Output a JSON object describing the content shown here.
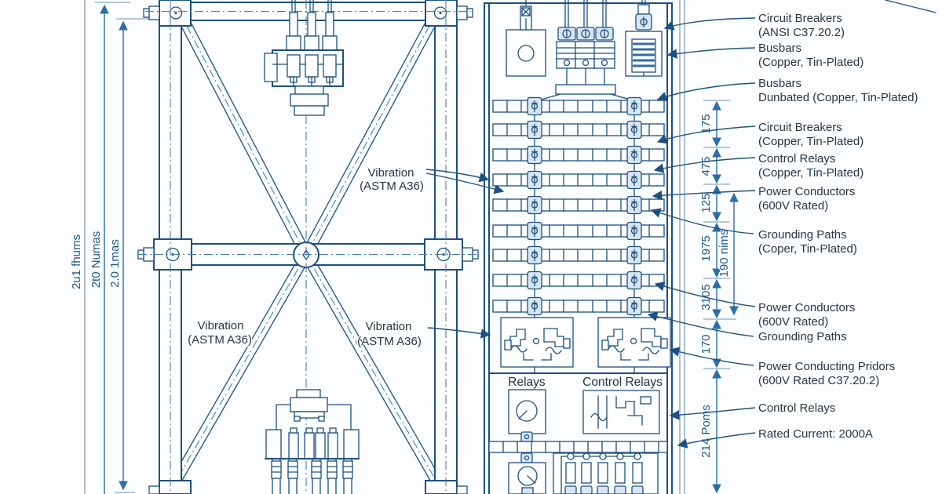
{
  "drawing": {
    "vibration_note": {
      "line1": "Vibration",
      "line2": "(ASTM A36)"
    },
    "panel": {
      "relays_label": "Relays",
      "control_relays_label": "Control Relays"
    }
  },
  "callouts": {
    "right": [
      {
        "line1": "Circuit Breakers",
        "line2": "(ANSI C37.20.2)"
      },
      {
        "line1": "Busbars",
        "line2": "(Copper, Tin-Plated)"
      },
      {
        "line1": "Busbars",
        "line2": "Dunbated (Copper, Tin-Plated)"
      },
      {
        "line1": "Circuit Breakers",
        "line2": "(Copper, Tin-Plated)"
      },
      {
        "line1": "Control Relays",
        "line2": "(Copper, Tin-Plated)"
      },
      {
        "line1": "Power Conductors",
        "line2": "(600V Rated)"
      },
      {
        "line1": "Grounding Paths",
        "line2": "(Coper, Tin-Plated)"
      },
      {
        "line1": "Power Conductors",
        "line2": "(600V Rated)"
      },
      {
        "line1": "Grounding Paths",
        "line2": ""
      },
      {
        "line1": "Power Conducting Pridors",
        "line2": "(600V Rated C37.20.2)"
      },
      {
        "line1": "Control Relays",
        "line2": ""
      },
      {
        "line1": "Rated Current: 2000A",
        "line2": ""
      }
    ]
  },
  "dimensions": {
    "left": [
      "2u1 fhums",
      "2t0 Numas",
      "2.0 1mas"
    ],
    "right": [
      "175",
      "475",
      "125",
      "1975",
      "3105",
      "170",
      "214 Poms"
    ],
    "right_overall": "190 nims"
  },
  "colors": {
    "line_dark": "#1d4f80",
    "line_medium": "#2e6da4",
    "centerline": "#4a7fae",
    "dim_gray": "#7d99ad",
    "text_dark": "#2b3542",
    "dim_text": "#21588c",
    "fill_light": "#d8e6f3",
    "background": "#fbfdff"
  }
}
